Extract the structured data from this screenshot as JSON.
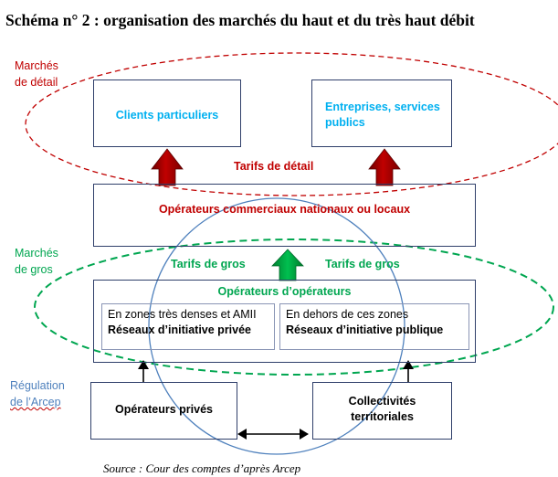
{
  "title": "Schéma n° 2 : organisation des marchés du haut et du très haut débit",
  "side_labels": {
    "retail": [
      "Marchés",
      "de détail"
    ],
    "wholesale": [
      "Marchés",
      "de gros"
    ],
    "regulation": [
      "Régulation",
      "de l’Arcep"
    ]
  },
  "boxes": {
    "clients": "Clients particuliers",
    "enterprises": [
      "Entreprises, services",
      "publics"
    ],
    "commercial_operators": "Opérateurs commerciaux nationaux ou locaux",
    "operators_of_operators": "Opérateurs d’opérateurs",
    "dense_zones": [
      "En zones très denses et AMII",
      "Réseaux d’initiative privée"
    ],
    "outside_zones": [
      "En dehors de ces zones",
      "Réseaux d’initiative publique"
    ],
    "private_operators": "Opérateurs privés",
    "local_authorities": [
      "Collectivités",
      "territoriales"
    ]
  },
  "flow_labels": {
    "retail_tariffs": "Tarifs de détail",
    "wholesale_tariffs_left": "Tarifs de gros",
    "wholesale_tariffs_right": "Tarifs de gros"
  },
  "source": "Source : Cour des comptes d’après Arcep",
  "colors": {
    "retail": "#c00000",
    "wholesale": "#00a650",
    "regulation": "#4f81bd",
    "client_text": "#00b0f0",
    "box_border": "#2f3f6a",
    "retail_arrow": "#c00000",
    "wholesale_arrow": "#00b050"
  }
}
